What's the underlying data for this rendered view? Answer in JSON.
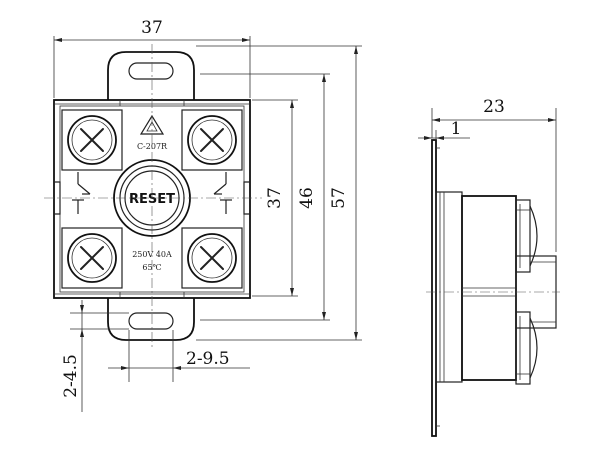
{
  "dimensions": {
    "width_top": "37",
    "side_23": "23",
    "side_1": "1",
    "height_37": "37",
    "height_46": "46",
    "height_57": "57",
    "hole_dia": "2-4.5",
    "hole_slot": "2-9.5"
  },
  "labels": {
    "model": "C-207R",
    "rating": "250V 40A",
    "temp": "65℃",
    "button": "RESET"
  }
}
